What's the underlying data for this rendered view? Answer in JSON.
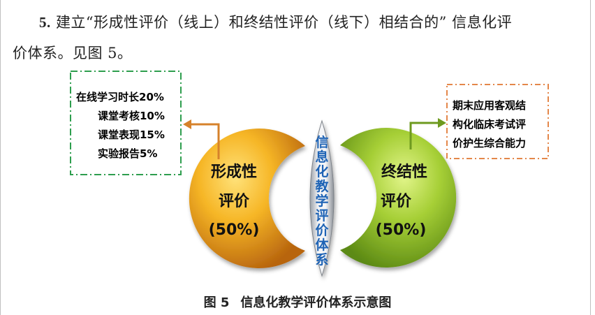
{
  "paragraph": {
    "number": "5.",
    "line1": "建立“形成性评价（线上）和终结性评价（线下）相结合的” 信息化评",
    "line2": "价体系。见图 5。"
  },
  "left_box": {
    "lines": [
      "在线学习时长20%",
      "课堂考核10%",
      "课堂表现15%",
      "实验报告5%"
    ]
  },
  "right_box": {
    "lines": [
      "期末应用客观结",
      "构化临床考试评",
      "价护生综合能力"
    ]
  },
  "left_circle": {
    "lines": [
      "形成性",
      "评价",
      "(50%)"
    ],
    "color": "#F0A81C"
  },
  "right_circle": {
    "lines": [
      "终结性",
      "评价",
      "(50%)"
    ],
    "color": "#8DBE2C"
  },
  "center_lens": {
    "chars": [
      "信",
      "息",
      "化",
      "教",
      "学",
      "评",
      "价",
      "体",
      "系"
    ],
    "text_color": "#1E63B5"
  },
  "caption": {
    "figure_no": "图 5",
    "title": "信息化教学评价体系示意图"
  },
  "colors": {
    "left_arrow": "#D6822B",
    "right_arrow": "#6E9A1F",
    "left_box_border": "#2E9E4E",
    "right_box_border": "#E4874A"
  }
}
